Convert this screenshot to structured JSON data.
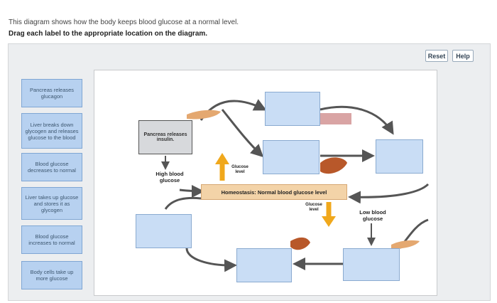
{
  "question": {
    "line1": "This diagram shows how the body keeps blood glucose at a normal level.",
    "line2": "Drag each label to the appropriate location on the diagram."
  },
  "toolbar": {
    "reset_label": "Reset",
    "help_label": "Help"
  },
  "labels": [
    "Pancreas releases glucagon",
    "Liver breaks down glycogen and releases glucose to the blood",
    "Blood glucose decreases to normal",
    "Liver takes up glucose and stores it as glycogen",
    "Blood glucose increases to normal",
    "Body cells take up more glucose"
  ],
  "diagram": {
    "insulin_box": "Pancreas releases insulin.",
    "high_glucose": "High blood glucose",
    "low_glucose": "Low blood glucose",
    "glucose_level_up": "Glucose level",
    "glucose_level_down": "Glucose level",
    "homeostasis": "Homeostasis: Normal blood glucose level"
  },
  "colors": {
    "tile_fill": "#b7d1f0",
    "drop_zone_fill": "#c9ddf5",
    "homeostasis_fill": "#f3d3a8",
    "arrow_orange": "#f0a81c",
    "liver": "#b8582a",
    "pancreas": "#e4a870"
  }
}
